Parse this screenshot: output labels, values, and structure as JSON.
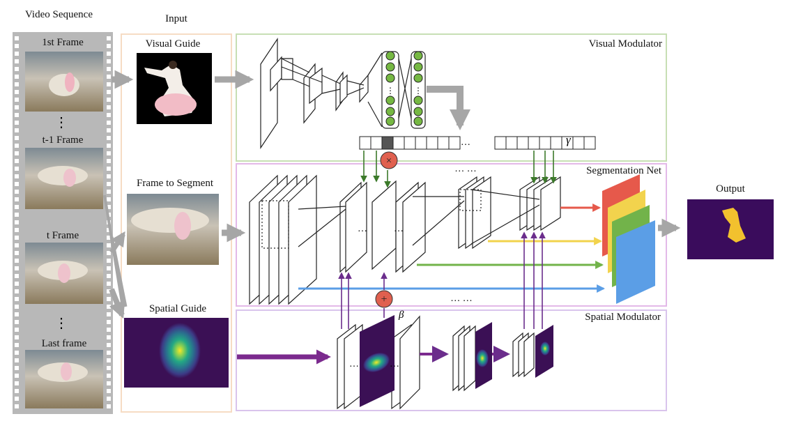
{
  "labels": {
    "video_sequence": "Video Sequence",
    "input": "Input",
    "visual_guide": "Visual Guide",
    "frame_to_segment": "Frame to Segment",
    "spatial_guide": "Spatial Guide",
    "visual_modulator": "Visual Modulator",
    "segmentation_net": "Segmentation Net",
    "spatial_modulator": "Spatial Modulator",
    "output": "Output"
  },
  "frames": [
    {
      "label": "1st Frame"
    },
    {
      "label": "t-1 Frame"
    },
    {
      "label": "t Frame"
    },
    {
      "label": "Last frame"
    }
  ],
  "symbols": {
    "gamma": "γ",
    "beta": "β",
    "multiply": "×",
    "plus": "+",
    "dots_vertical": "⋮",
    "dots_inline": "…",
    "dots_double": "… …"
  },
  "colors": {
    "visual_modulator_border": "#c7dfb4",
    "segmentation_net_border": "#e3b9e8",
    "spatial_modulator_border": "#d9c4ec",
    "input_border": "#f6dcc4",
    "film_strip": "#b8b8b8",
    "gray_arrow": "#a6a6a6",
    "neuron_green": "#76b843",
    "op_node_red": "#e0604f",
    "gamma_arrow": "#3c7a2a",
    "purple_arrow": "#6b2d8c",
    "feature_red": "#e6594b",
    "feature_yellow": "#f2d34d",
    "feature_green": "#72b34a",
    "feature_blue": "#5b9ee6",
    "heatmap_background": "#3b1055",
    "output_background": "#3a0c5c",
    "output_mask": "#f2c12e"
  }
}
